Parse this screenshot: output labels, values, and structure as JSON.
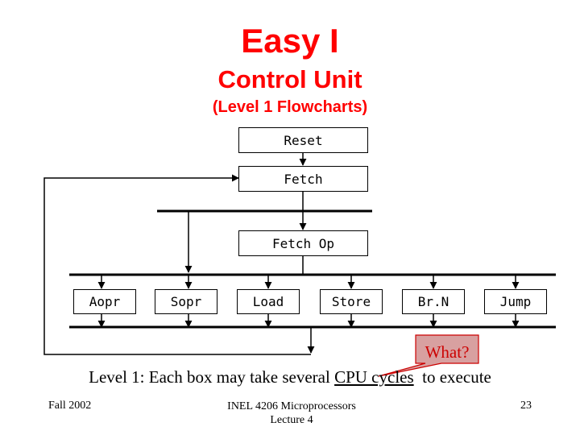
{
  "title": {
    "line1": "Easy I",
    "line2": "Control Unit",
    "line3": "(Level 1 Flowcharts)"
  },
  "colors": {
    "title": "#ff0000",
    "callout_fill": "#d8a0a0",
    "callout_border": "#cc0000",
    "callout_text": "#cc0000"
  },
  "flowchart": {
    "reset": "Reset",
    "fetch": "Fetch",
    "fetch_op": "Fetch Op",
    "instructions": [
      "Aopr",
      "Sopr",
      "Load",
      "Store",
      "Br.N",
      "Jump"
    ]
  },
  "callout": {
    "text": "What?"
  },
  "caption": {
    "prefix": "Level 1: Each box may take several ",
    "underlined": "CPU cycles",
    "suffix": "  to execute"
  },
  "footer": {
    "left": "Fall 2002",
    "center_line1": "INEL 4206 Microprocessors",
    "center_line2": "Lecture 4",
    "page": "23"
  }
}
